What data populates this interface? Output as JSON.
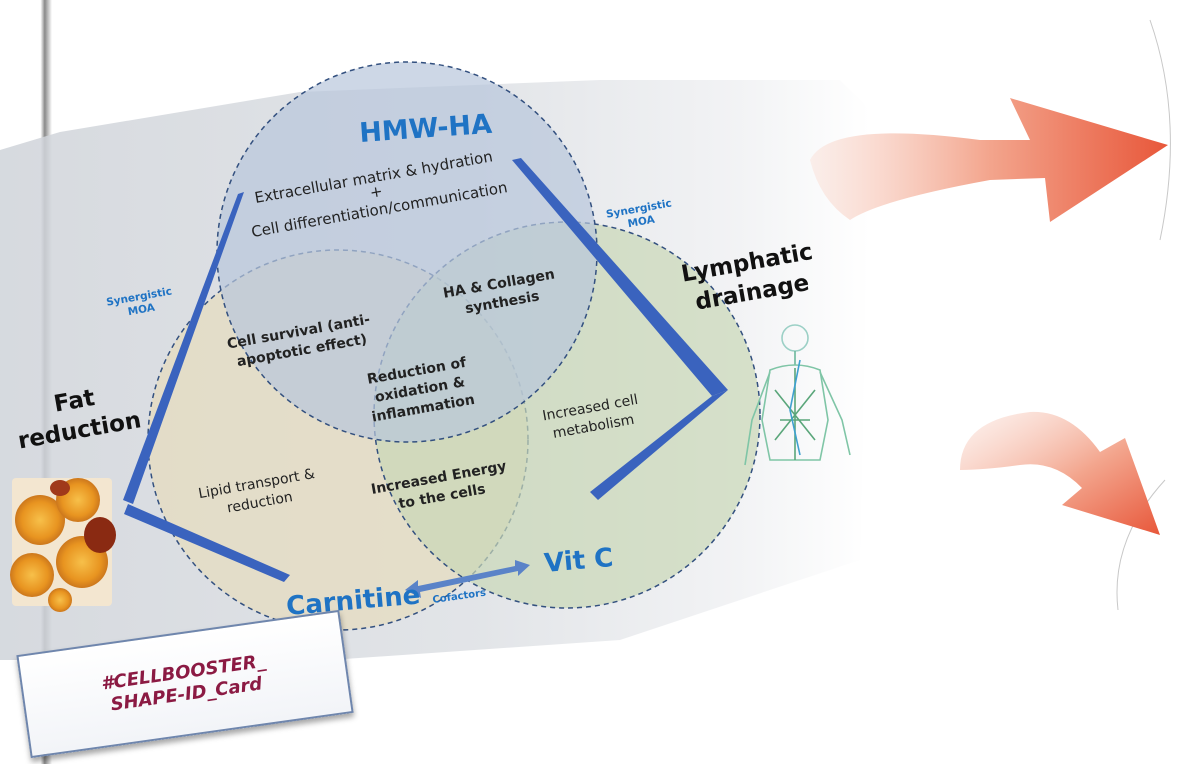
{
  "colors": {
    "hmw_ha_circle": "#b8c6dc",
    "vitc_circle": "#c9d7b6",
    "carnitine_circle": "#e5dcc2",
    "arrow_blue": "#3a63be",
    "label_blue": "#1f73c4",
    "arrow_red": "#e8603f",
    "card_text": "#8b1a43"
  },
  "circles": {
    "top": {
      "title": "HMW-HA",
      "line1": "Extracellular matrix & hydration",
      "plus": "+",
      "line2": "Cell differentiation/communication"
    },
    "right": {
      "title": "Vit C",
      "line1": "Increased cell",
      "line2": "metabolism"
    },
    "left": {
      "title": "Carnitine",
      "line1": "Lipid transport &",
      "line2": "reduction"
    }
  },
  "overlaps": {
    "top_left": {
      "line1": "Cell survival (anti-",
      "line2": "apoptotic effect)"
    },
    "top_right": {
      "line1": "HA & Collagen",
      "line2": "synthesis"
    },
    "center": {
      "line1": "Reduction of",
      "line2": "oxidation &",
      "line3": "inflammation"
    },
    "bottom": {
      "line1": "Increased Energy",
      "line2": "to the cells"
    }
  },
  "synergy_left": {
    "line1": "Synergistic",
    "line2": "MOA"
  },
  "synergy_right": {
    "line1": "Synergistic",
    "line2": "MOA"
  },
  "cofactors": "Cofactors",
  "outcomes": {
    "fat": {
      "line1": "Fat",
      "line2": "reduction",
      "image_icon": "fat-cells-image"
    },
    "lymph": {
      "line1": "Lymphatic",
      "line2": "drainage",
      "image_icon": "lymphatic-body-image"
    }
  },
  "card": {
    "line1": "#CELLBOOSTER_",
    "line2": "SHAPE-ID_Card"
  }
}
